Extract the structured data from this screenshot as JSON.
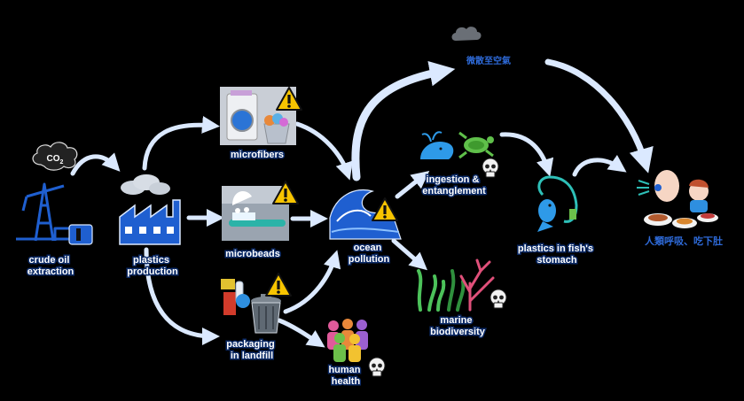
{
  "nodes": {
    "co2": "CO",
    "co2_sub": "2",
    "crude": [
      "crude oil",
      "extraction"
    ],
    "production": [
      "plastics",
      "production"
    ],
    "microfibers": "microfibers",
    "microbeads": "microbeads",
    "packaging": [
      "packaging",
      "in landfill"
    ],
    "ocean": [
      "ocean",
      "pollution"
    ],
    "human_health": [
      "human",
      "health"
    ],
    "ingestion": [
      "ingestion &",
      "entanglement"
    ],
    "biodiversity": [
      "marine",
      "biodiversity"
    ],
    "fish": [
      "plastics in fish's",
      "stomach"
    ],
    "airborne": "微散至空氣",
    "human_intake": "人類呼吸、吃下肚"
  },
  "colors": {
    "label_fill": "#ffffff",
    "label_outline": "#0b2a66",
    "arrow": "#dbe9ff",
    "icon_blue": "#1f5fd0",
    "warning": "#f7c400"
  }
}
